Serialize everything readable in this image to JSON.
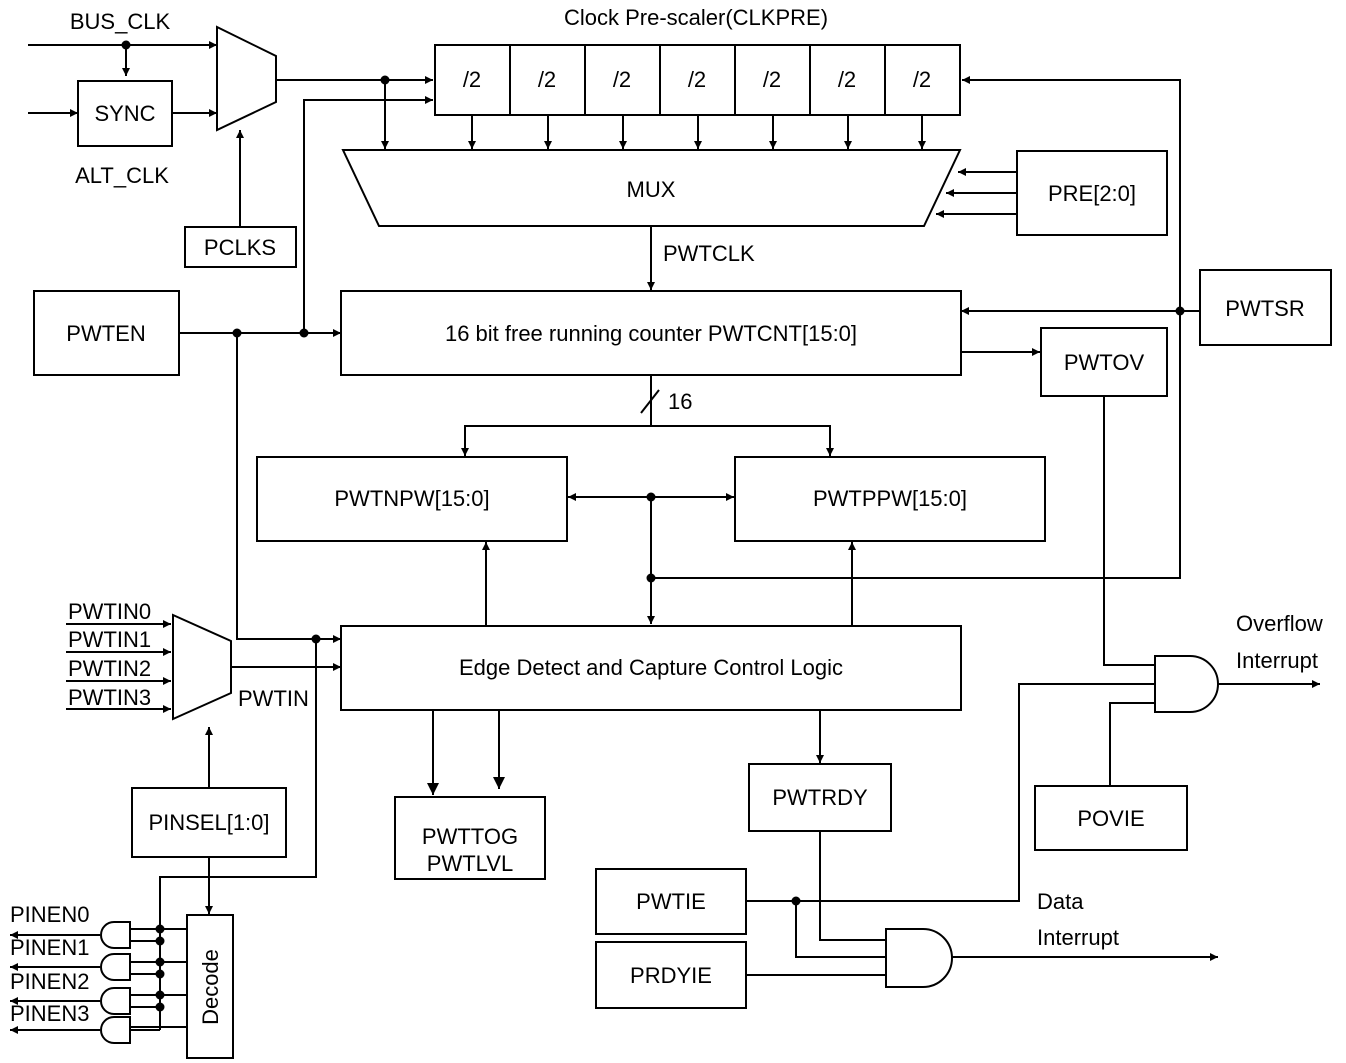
{
  "diagram": {
    "clock_prescaler_title": "Clock Pre-scaler(CLKPRE)",
    "signals": {
      "bus_clk": "BUS_CLK",
      "alt_clk": "ALT_CLK",
      "pwtclk": "PWTCLK",
      "bus_width": "16",
      "pwtin": "PWTIN",
      "pwtin0": "PWTIN0",
      "pwtin1": "PWTIN1",
      "pwtin2": "PWTIN2",
      "pwtin3": "PWTIN3",
      "pinen0": "PINEN0",
      "pinen1": "PINEN1",
      "pinen2": "PINEN2",
      "pinen3": "PINEN3",
      "overflow_line1": "Overflow",
      "overflow_line2": "Interrupt",
      "data_line1": "Data",
      "data_line2": "Interrupt"
    },
    "blocks": {
      "sync": "SYNC",
      "pclks": "PCLKS",
      "div": "/2",
      "mux": "MUX",
      "pre": "PRE[2:0]",
      "pwten": "PWTEN",
      "counter": "16 bit free running counter PWTCNT[15:0]",
      "pwtsr": "PWTSR",
      "pwtov": "PWTOV",
      "pwtnpw": "PWTNPW[15:0]",
      "pwtppw": "PWTPPW[15:0]",
      "edge_logic": "Edge Detect and Capture Control Logic",
      "pinsel": "PINSEL[1:0]",
      "pwttog": "PWTTOG",
      "pwtlvl": "PWTLVL",
      "pwtrdy": "PWTRDY",
      "povie": "POVIE",
      "pwtie": "PWTIE",
      "prdyie": "PRDYIE",
      "decode": "Decode"
    }
  }
}
